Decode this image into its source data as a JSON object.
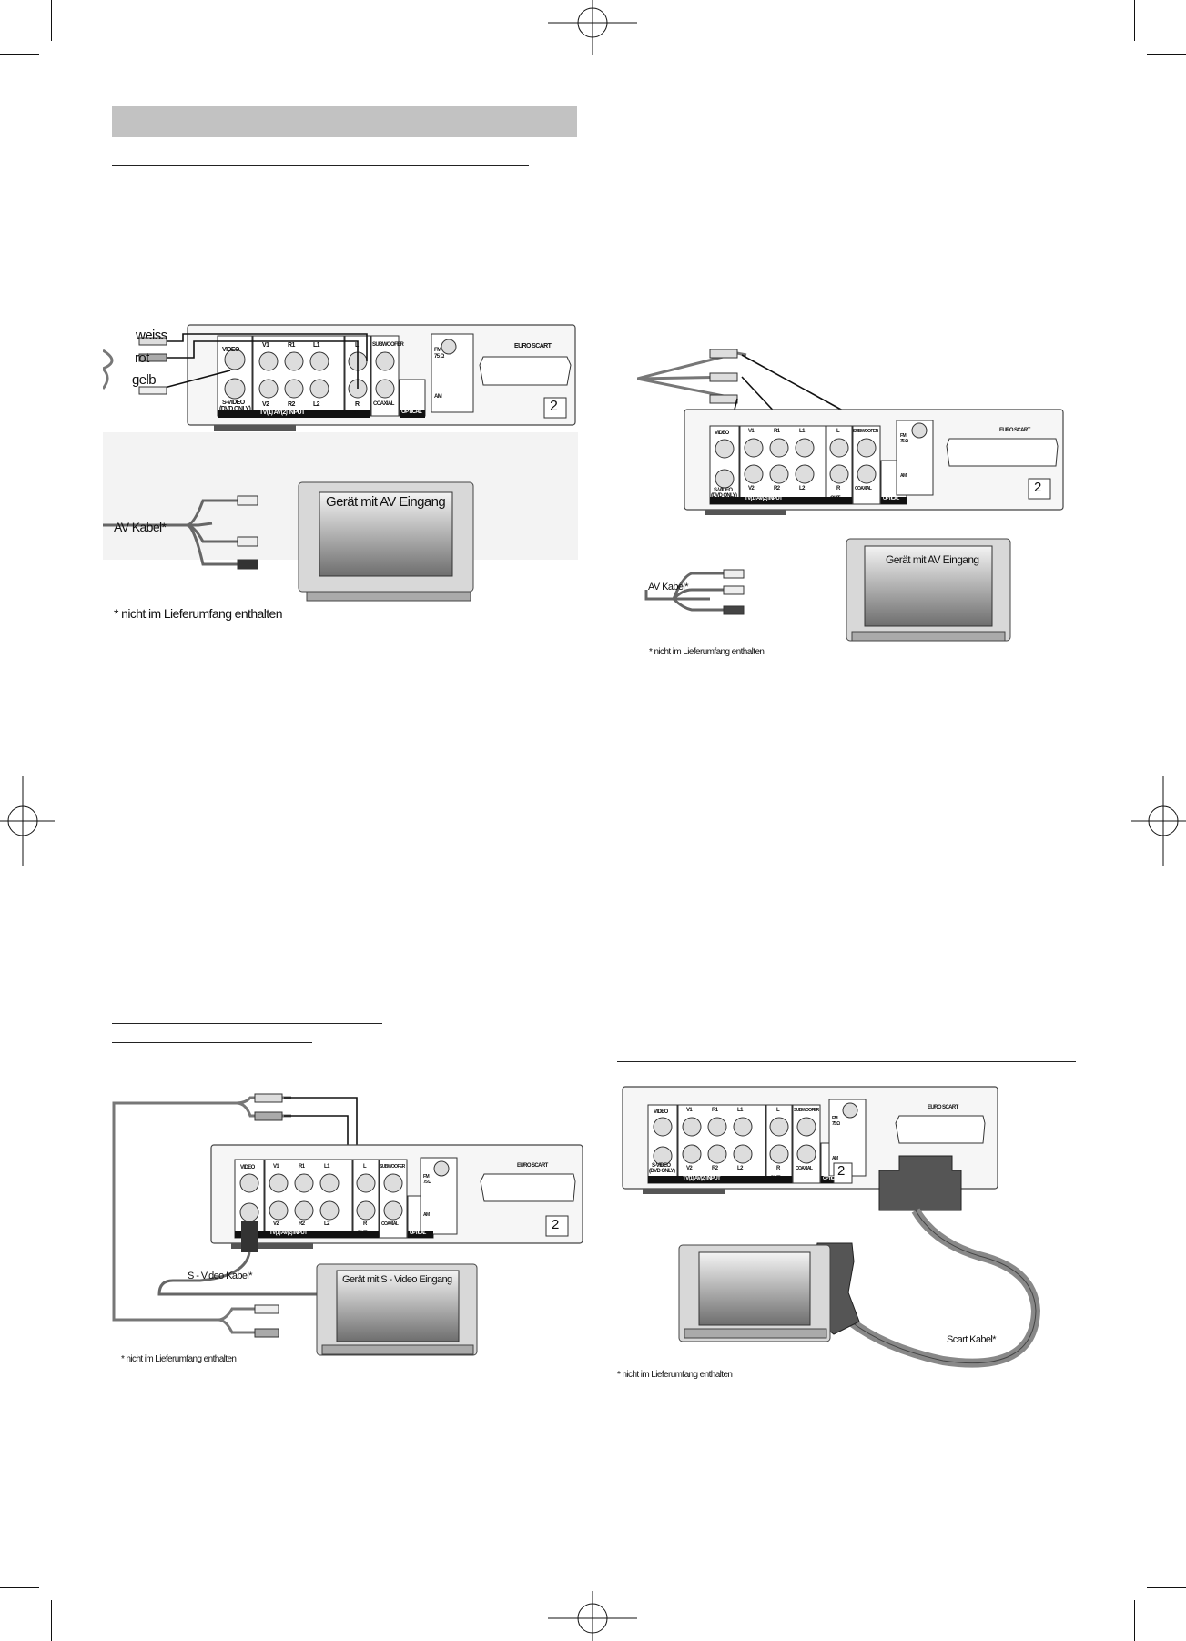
{
  "colors": {
    "screen_gradient_top": "#f4f4f4",
    "screen_gradient_bottom": "#6e6e6e",
    "header_bar": "#c2c2c2"
  },
  "panel_labels": {
    "video": "VIDEO",
    "v1": "V1",
    "r1": "R1",
    "l1": "L1",
    "v2": "V2",
    "r2": "R2",
    "l2": "L2",
    "l": "L",
    "r": "R",
    "subwoofer": "SUBWOOFER",
    "coaxial": "COAXIAL",
    "optical": "OPTICAL",
    "svideo_1": "S-VIDEO",
    "svideo_2": "(DVD ONLY)",
    "input": "TV(1)  AV(2)  INPUT",
    "out": "OUT",
    "fm": "FM",
    "ohm": "75 Ω",
    "am": "AM",
    "euro_scart": "EURO  SCART",
    "region": "2"
  },
  "diagram1": {
    "label_weiss": "weiss",
    "label_rot": "rot",
    "label_gelb": "gelb",
    "cable_label": "AV Kabel*",
    "tv_label": "Gerät mit AV Eingang",
    "footnote": "* nicht im Lieferumfang enthalten"
  },
  "diagram2": {
    "cable_label": "AV Kabel*",
    "tv_label": "Gerät mit AV Eingang",
    "footnote": "* nicht im Lieferumfang enthalten"
  },
  "diagram3": {
    "cable_label": "S - Video Kabel*",
    "tv_label": "Gerät mit S - Video Eingang",
    "footnote": "* nicht im Lieferumfang enthalten"
  },
  "diagram4": {
    "cable_label": "Scart Kabel*",
    "footnote": "* nicht im Lieferumfang enthalten"
  }
}
